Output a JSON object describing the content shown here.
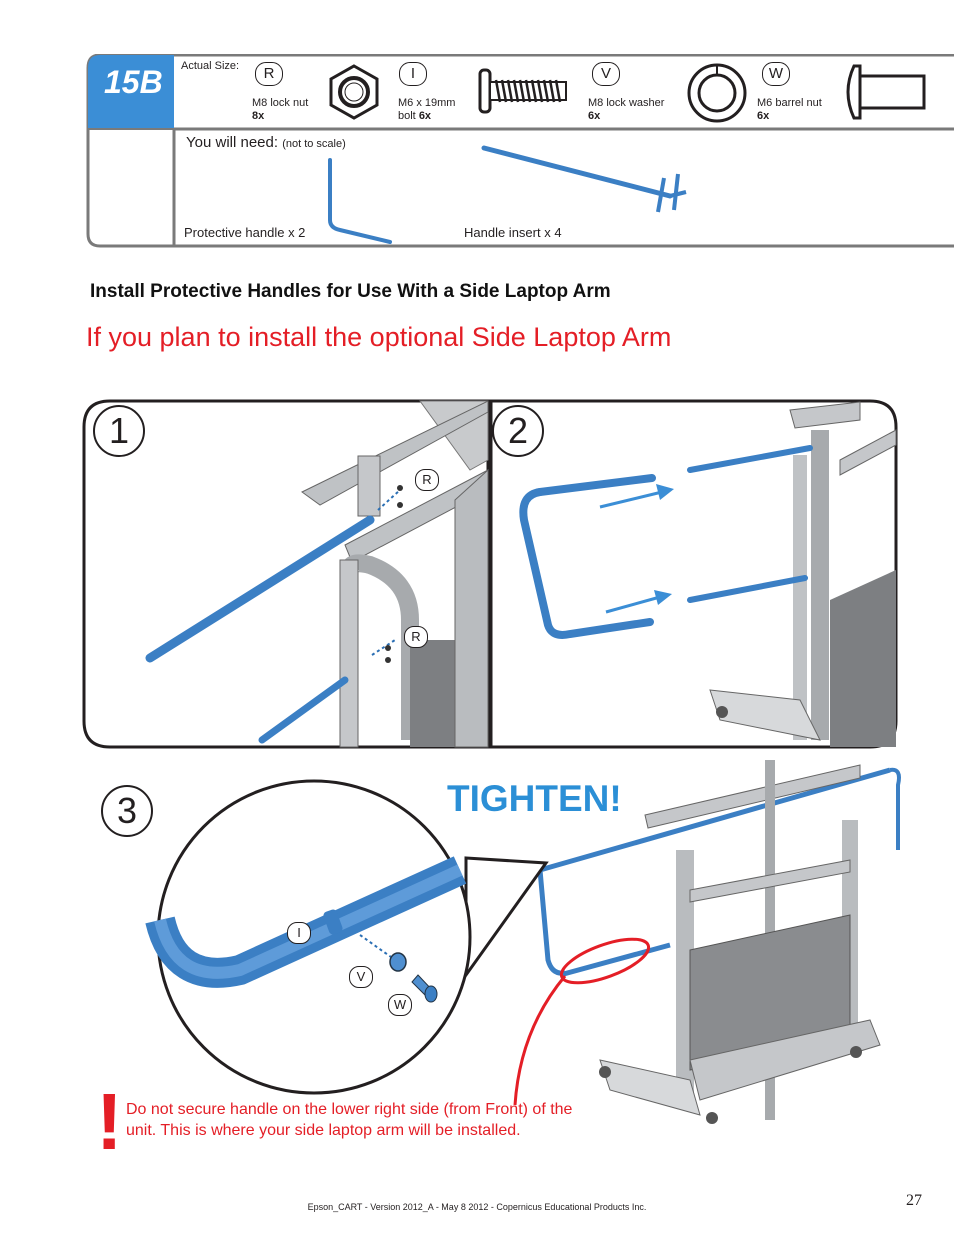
{
  "step": {
    "number": "15B",
    "actual_size_label": "Actual Size:",
    "parts": [
      {
        "letter": "R",
        "name": "M8 lock nut",
        "qty": "8x",
        "icon": "hex-nut-icon"
      },
      {
        "letter": "I",
        "name": "M6 x 19mm",
        "name2": "bolt",
        "qty": "6x",
        "icon": "bolt-icon"
      },
      {
        "letter": "V",
        "name": "M8 lock washer",
        "qty": "6x",
        "icon": "lock-washer-icon"
      },
      {
        "letter": "W",
        "name": "M6 barrel nut",
        "qty": "6x",
        "icon": "barrel-nut-icon"
      }
    ],
    "you_need_label": "You will need:",
    "not_to_scale": "(not to scale)",
    "handle_label": "Protective handle x 2",
    "insert_label": "Handle insert x 4"
  },
  "section_heading": "Install Protective Handles for Use With a Side Laptop Arm",
  "red_heading": "If you plan to install the optional Side Laptop Arm",
  "panels": {
    "step1": "1",
    "step2": "2",
    "step3": "3",
    "callout_r": "R",
    "callout_i": "I",
    "callout_v": "V",
    "callout_w": "W",
    "tighten": "TIGHTEN!"
  },
  "warning": {
    "mark": "!",
    "text": "Do not secure handle on the lower right side (from Front) of the unit. This is where your side laptop arm will be installed."
  },
  "footer": "Epson_CART - Version 2012_A - May 8 2012 - Copernicus Educational Products Inc.",
  "page_number": "27",
  "colors": {
    "accent_blue": "#3b7fc4",
    "red": "#e41e26",
    "frame_gray": "#9aa0a6"
  }
}
